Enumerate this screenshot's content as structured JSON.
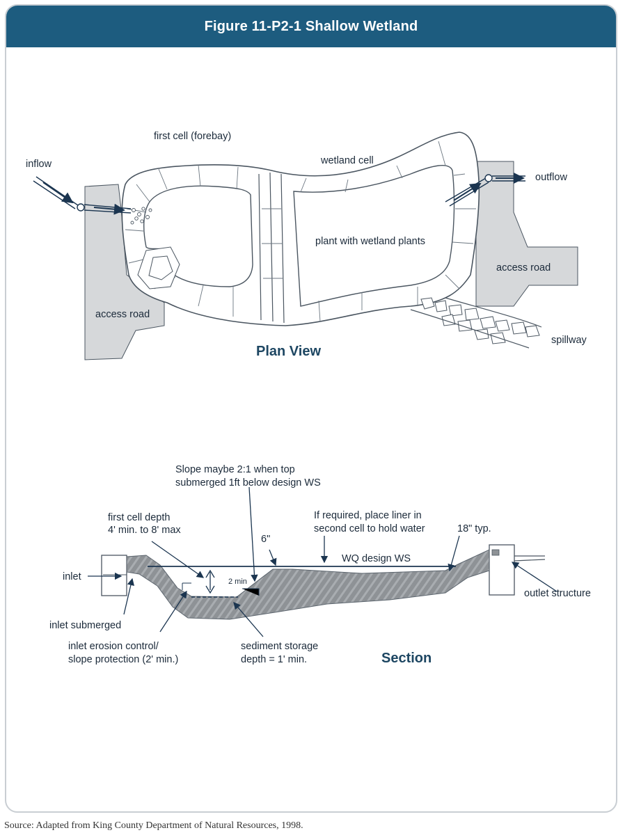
{
  "title": "Figure 11-P2-1  Shallow Wetland",
  "plan_view": {
    "heading": "Plan View",
    "labels": {
      "first_cell": "first cell (forebay)",
      "wetland_cell": "wetland cell",
      "inflow": "inflow",
      "outflow": "outflow",
      "plant": "plant with wetland plants",
      "access_road_left": "access road",
      "access_road_right": "access road",
      "spillway": "spillway"
    }
  },
  "section": {
    "heading": "Section",
    "labels": {
      "slope_1": "Slope maybe 2:1 when top",
      "slope_2": "submerged 1ft below design WS",
      "first_depth_1": "first cell depth",
      "first_depth_2": "4' min. to 8' max",
      "liner_1": "If required, place liner in",
      "liner_2": "second cell to hold water",
      "eighteen": "18\" typ.",
      "six": "6\"",
      "wq": "WQ design WS",
      "inlet": "inlet",
      "two_min": "2 min",
      "outlet": "outlet structure",
      "inlet_submerged": "inlet submerged",
      "erosion_1": "inlet erosion control/",
      "erosion_2": "slope protection (2' min.)",
      "sediment_1": "sediment storage",
      "sediment_2": "depth = 1' min."
    }
  },
  "colors": {
    "title_bar": "#1d5c7f",
    "heading": "#1d4662",
    "road": "#d6d8da",
    "fill": "#8f9397"
  },
  "source": "Source: Adapted from King County Department of Natural Resources, 1998."
}
